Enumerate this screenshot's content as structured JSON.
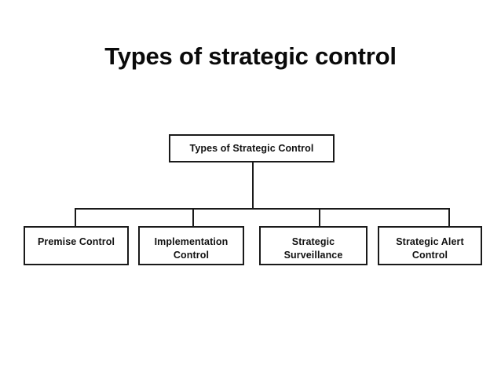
{
  "slide": {
    "title": "Types of strategic control",
    "background_color": "#ffffff",
    "text_color": "#0a0a0a"
  },
  "diagram": {
    "type": "org-chart",
    "line_color": "#1a1a1a",
    "box_fill": "#ffffff",
    "box_border_color": "#1a1a1a",
    "root": {
      "label": "Types of Strategic Control"
    },
    "children": [
      {
        "label": "Premise Control"
      },
      {
        "label": "Implementation\nControl"
      },
      {
        "label": "Strategic\nSurveillance"
      },
      {
        "label": "Strategic Alert\nControl"
      }
    ]
  }
}
